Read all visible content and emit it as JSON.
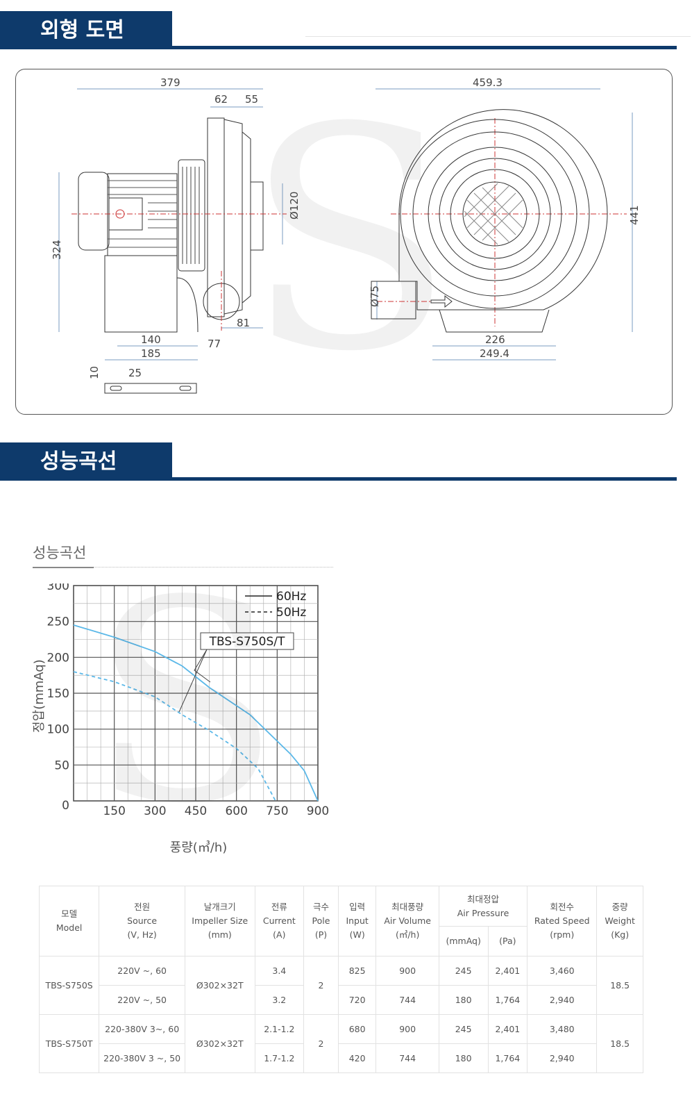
{
  "sections": {
    "outline_title": "외형 도면",
    "curve_title": "성능곡선"
  },
  "drawing": {
    "side": {
      "dim_total_width": "379",
      "dim_outlet_a": "62",
      "dim_outlet_b": "55",
      "dim_outlet_dia": "Ø120",
      "dim_height": "324",
      "dim_inlet_offset": "81",
      "dim_base_inner": "140",
      "dim_base_outer": "185",
      "dim_base_side": "77",
      "dim_slot_h": "10",
      "dim_slot_w": "25"
    },
    "front": {
      "dim_width": "459.3",
      "dim_height": "441",
      "dim_inlet_dia": "Ø75",
      "dim_base_inner": "226",
      "dim_base_outer": "249.4"
    }
  },
  "chart_title": "성능곡선",
  "chart_data": {
    "type": "line",
    "xlabel": "풍량(㎥/h)",
    "ylabel": "정압(mmAq)",
    "xlim": [
      0,
      900
    ],
    "ylim": [
      0,
      300
    ],
    "xticks": [
      "0",
      "150",
      "300",
      "450",
      "600",
      "750",
      "900"
    ],
    "yticks": [
      "0",
      "50",
      "100",
      "150",
      "200",
      "250",
      "300"
    ],
    "legend": [
      "60Hz",
      "50Hz"
    ],
    "annotation": "TBS-S750S/T",
    "grid": true,
    "series": [
      {
        "name": "60Hz",
        "style": "solid",
        "color": "#5bb8e8",
        "x": [
          0,
          150,
          300,
          400,
          500,
          650,
          800,
          850,
          900
        ],
        "y": [
          245,
          228,
          208,
          188,
          158,
          120,
          65,
          42,
          0
        ]
      },
      {
        "name": "50Hz",
        "style": "dashed",
        "color": "#5bb8e8",
        "x": [
          0,
          150,
          300,
          400,
          500,
          600,
          680,
          744
        ],
        "y": [
          180,
          166,
          145,
          120,
          98,
          73,
          45,
          0
        ]
      }
    ]
  },
  "table": {
    "headers": {
      "model": [
        "모델",
        "Model"
      ],
      "source": [
        "전원",
        "Source",
        "(V, Hz)"
      ],
      "impeller": [
        "날개크기",
        "Impeller Size",
        "(mm)"
      ],
      "current": [
        "전류",
        "Current",
        "(A)"
      ],
      "pole": [
        "극수",
        "Pole",
        "(P)"
      ],
      "input": [
        "입력",
        "Input",
        "(W)"
      ],
      "air_volume": [
        "최대풍량",
        "Air Volume",
        "(㎥/h)"
      ],
      "air_pressure": [
        "최대정압",
        "Air Pressure"
      ],
      "pressure_mmaq": "(mmAq)",
      "pressure_pa": "(Pa)",
      "speed": [
        "회전수",
        "Rated Speed",
        "(rpm)"
      ],
      "weight": [
        "중량",
        "Weight",
        "(Kg)"
      ]
    },
    "models": [
      {
        "model": "TBS-S750S",
        "impeller": "Ø302×32T",
        "pole": "2",
        "weight": "18.5",
        "rows": [
          {
            "source": "220V ~, 60",
            "current": "3.4",
            "input": "825",
            "volume": "900",
            "mmaq": "245",
            "pa": "2,401",
            "rpm": "3,460"
          },
          {
            "source": "220V ~, 50",
            "current": "3.2",
            "input": "720",
            "volume": "744",
            "mmaq": "180",
            "pa": "1,764",
            "rpm": "2,940"
          }
        ]
      },
      {
        "model": "TBS-S750T",
        "impeller": "Ø302×32T",
        "pole": "2",
        "weight": "18.5",
        "rows": [
          {
            "source": "220-380V 3~, 60",
            "current": "2.1-1.2",
            "input": "680",
            "volume": "900",
            "mmaq": "245",
            "pa": "2,401",
            "rpm": "3,480"
          },
          {
            "source": "220-380V 3 ~, 50",
            "current": "1.7-1.2",
            "input": "420",
            "volume": "744",
            "mmaq": "180",
            "pa": "1,764",
            "rpm": "2,940"
          }
        ]
      }
    ]
  }
}
